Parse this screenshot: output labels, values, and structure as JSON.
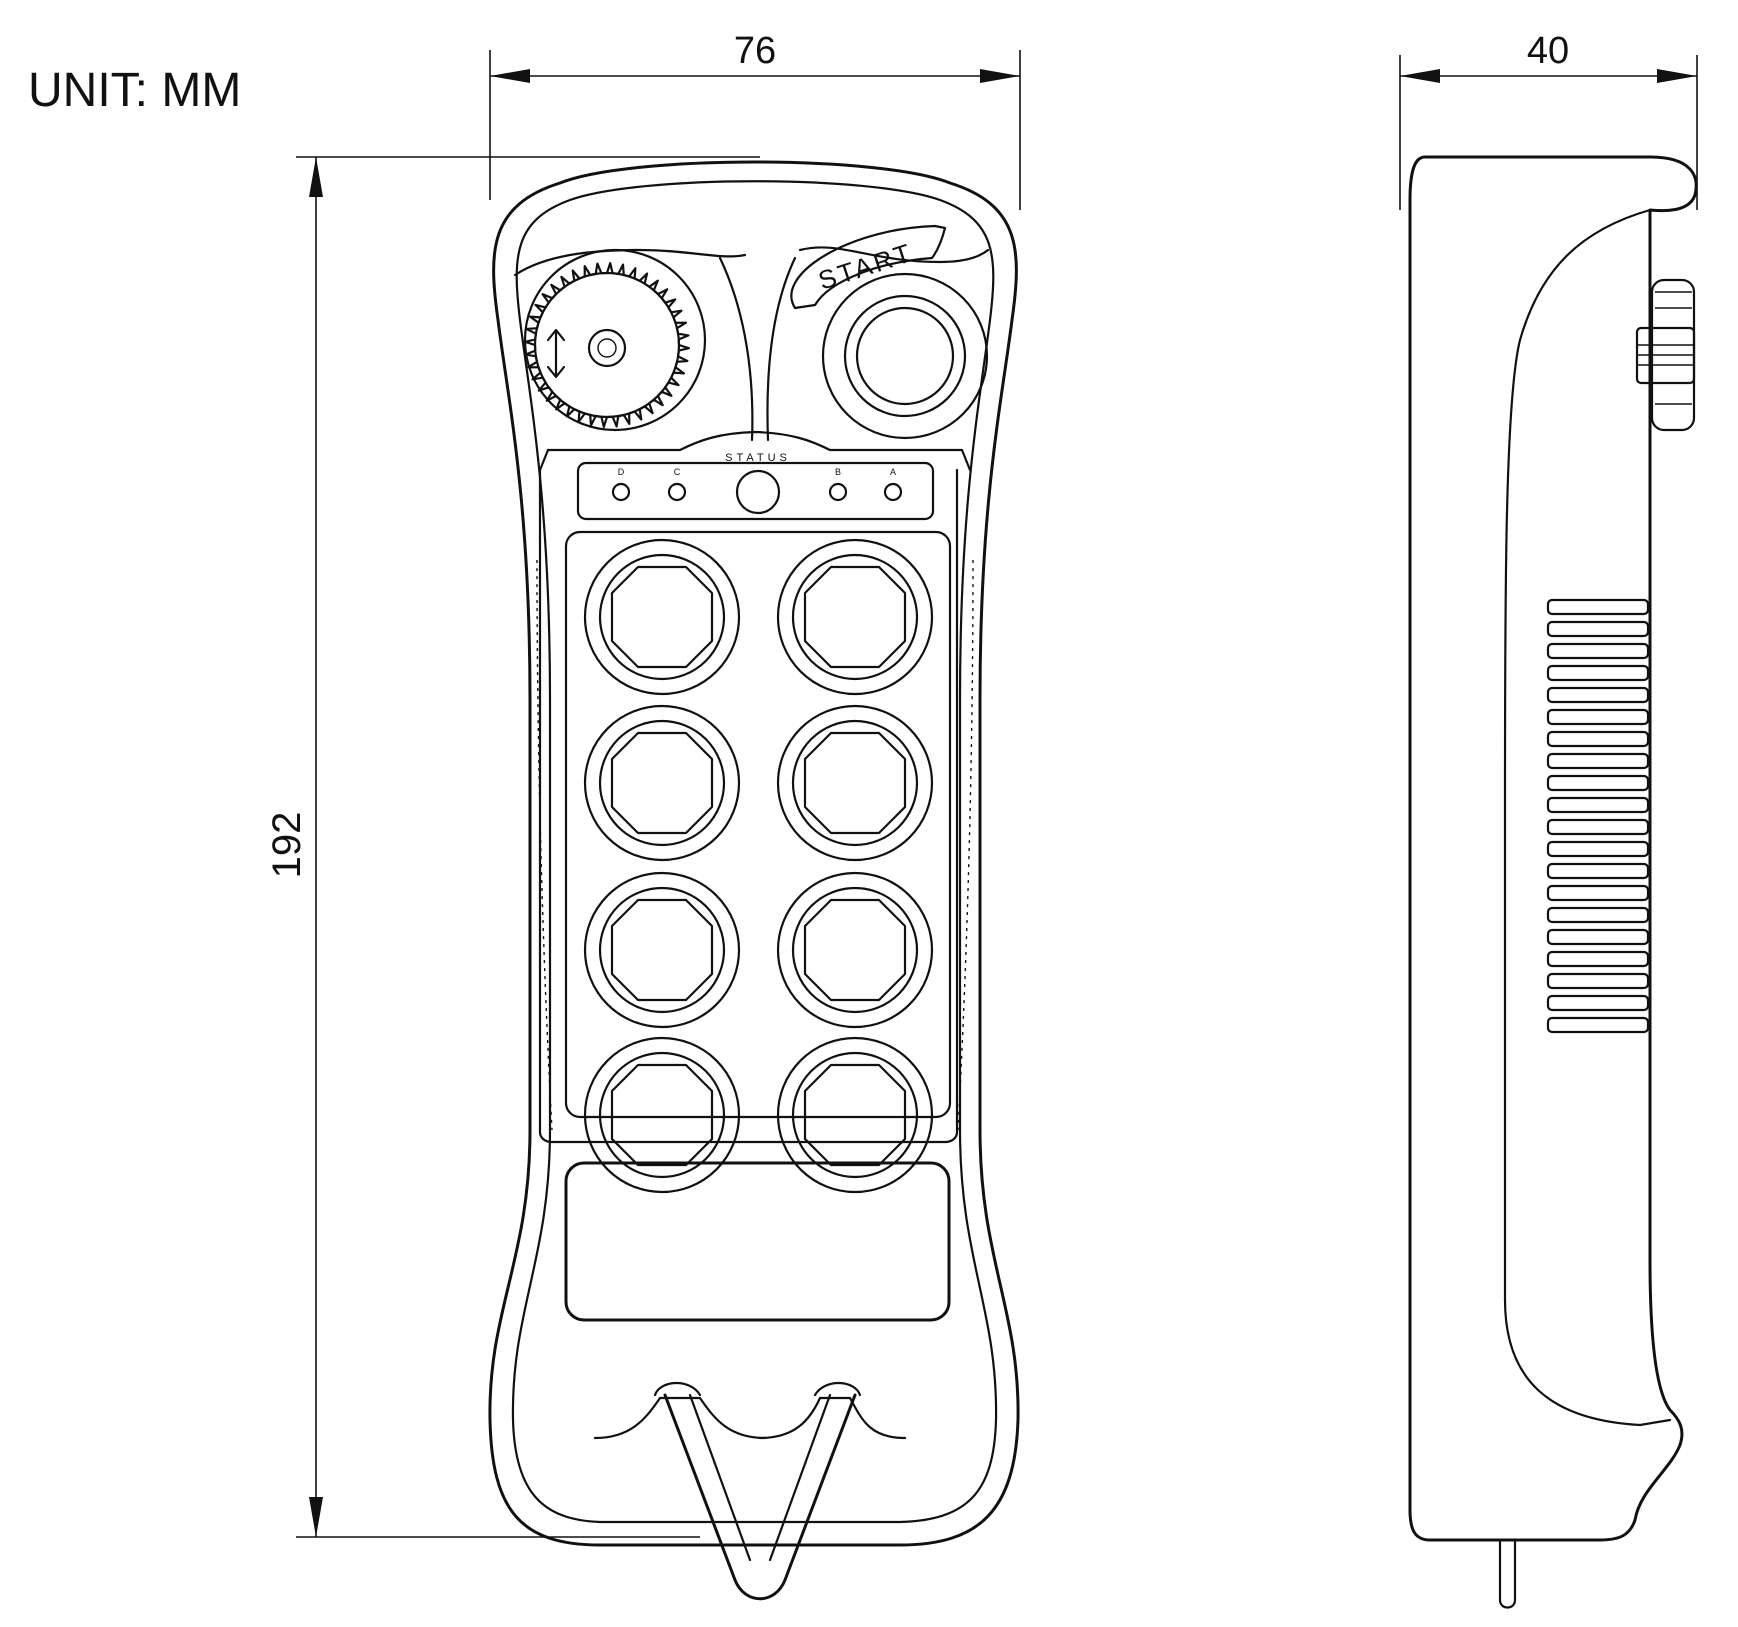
{
  "unit_label": "UNIT: MM",
  "dimensions": {
    "width": "76",
    "height": "192",
    "depth": "40"
  },
  "front_panel": {
    "start_label": "START",
    "status_label": "STATUS",
    "indicator_letters": [
      "D",
      "C",
      "B",
      "A"
    ],
    "push_buttons": 8,
    "rotary_knob": "dial-knob"
  },
  "colors": {
    "line": "#111111",
    "background": "#ffffff"
  }
}
